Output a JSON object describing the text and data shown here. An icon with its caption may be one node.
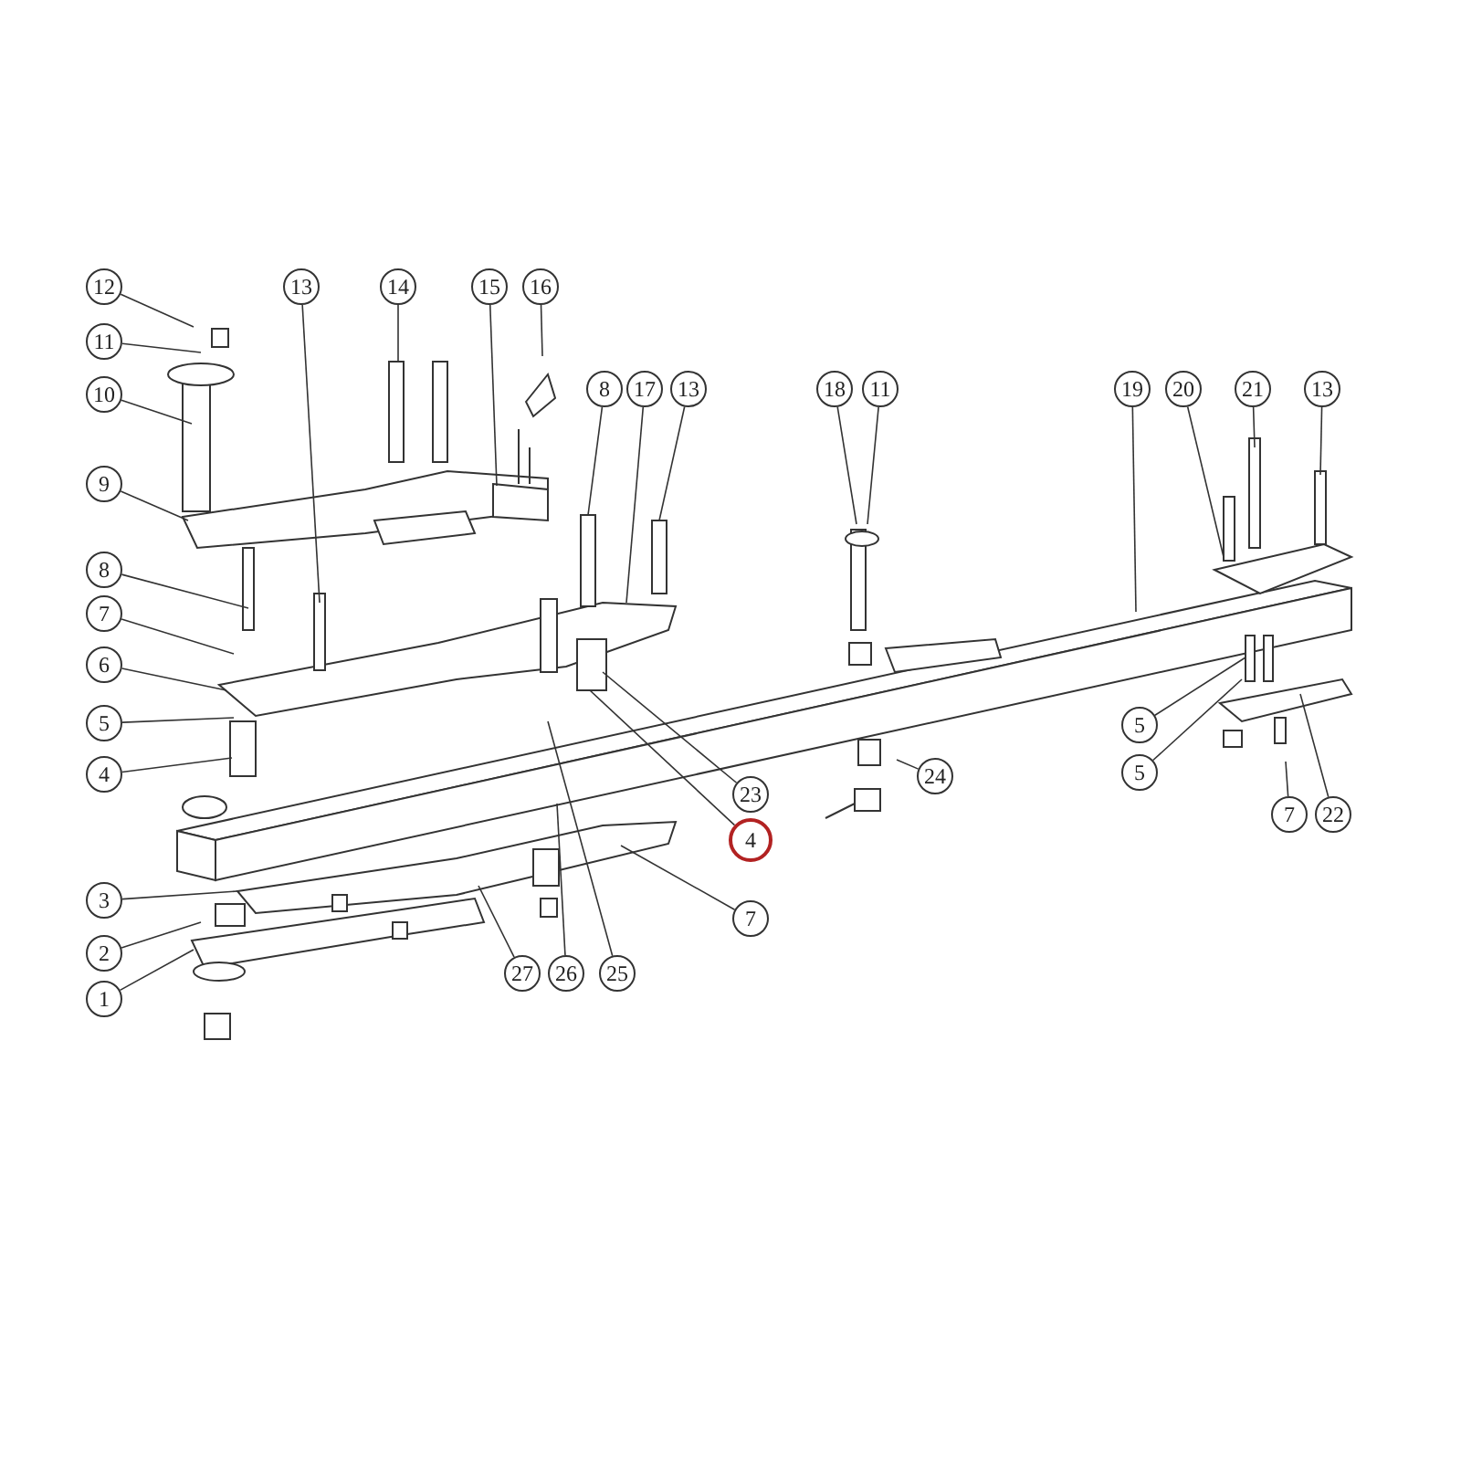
{
  "diagram": {
    "nodes": [
      {
        "text": [
          "12"
        ]
      },
      {
        "text": [
          "13"
        ]
      },
      {
        "text": [
          "14"
        ]
      },
      {
        "text": [
          "15"
        ]
      },
      {
        "text": [
          "16"
        ]
      },
      {
        "text": [
          "11"
        ]
      },
      {
        "text": [
          "8"
        ]
      },
      {
        "text": [
          "17"
        ]
      },
      {
        "text": [
          "13"
        ]
      },
      {
        "text": [
          "18"
        ]
      },
      {
        "text": [
          "11"
        ]
      },
      {
        "text": [
          "19"
        ]
      },
      {
        "text": [
          "20"
        ]
      },
      {
        "text": [
          "21"
        ]
      },
      {
        "text": [
          "13"
        ]
      },
      {
        "text": [
          "10"
        ]
      },
      {
        "text": [
          "9"
        ]
      },
      {
        "text": [
          "8"
        ]
      },
      {
        "text": [
          "7"
        ]
      },
      {
        "text": [
          "6"
        ]
      },
      {
        "text": [
          "5"
        ]
      },
      {
        "text": [
          "4"
        ]
      },
      {
        "text": [
          "5"
        ]
      },
      {
        "text": [
          "23"
        ]
      },
      {
        "text": [
          "24"
        ]
      },
      {
        "text": [
          "5"
        ]
      },
      {
        "text": [
          "7"
        ]
      },
      {
        "text": [
          "22"
        ]
      },
      {
        "text": [
          "4"
        ]
      },
      {
        "text": [
          "3"
        ]
      },
      {
        "text": [
          "7"
        ]
      },
      {
        "text": [
          "2"
        ]
      },
      {
        "text": [
          "27"
        ]
      },
      {
        "text": [
          "26"
        ]
      },
      {
        "text": [
          "25"
        ]
      },
      {
        "text": [
          "1"
        ]
      }
    ],
    "edges": [
      {
        "from": 0,
        "to": null,
        "arrow": "none"
      },
      {
        "from": 1,
        "to": null,
        "arrow": "none"
      },
      {
        "from": 2,
        "to": null,
        "arrow": "none"
      },
      {
        "from": 3,
        "to": null,
        "arrow": "none"
      },
      {
        "from": 4,
        "to": null,
        "arrow": "none"
      },
      {
        "from": 5,
        "to": null,
        "arrow": "none"
      },
      {
        "from": 6,
        "to": null,
        "arrow": "none"
      },
      {
        "from": 7,
        "to": null,
        "arrow": "none"
      },
      {
        "from": 8,
        "to": null,
        "arrow": "none"
      },
      {
        "from": 9,
        "to": null,
        "arrow": "none"
      },
      {
        "from": 10,
        "to": null,
        "arrow": "none"
      },
      {
        "from": 11,
        "to": null,
        "arrow": "none"
      },
      {
        "from": 12,
        "to": null,
        "arrow": "none"
      },
      {
        "from": 13,
        "to": null,
        "arrow": "none"
      },
      {
        "from": 14,
        "to": null,
        "arrow": "none"
      },
      {
        "from": 15,
        "to": null,
        "arrow": "none"
      },
      {
        "from": 16,
        "to": null,
        "arrow": "none"
      },
      {
        "from": 17,
        "to": null,
        "arrow": "none"
      },
      {
        "from": 18,
        "to": null,
        "arrow": "none"
      },
      {
        "from": 19,
        "to": null,
        "arrow": "none"
      },
      {
        "from": 20,
        "to": null,
        "arrow": "none"
      },
      {
        "from": 21,
        "to": null,
        "arrow": "none"
      },
      {
        "from": 22,
        "to": null,
        "arrow": "none"
      },
      {
        "from": 23,
        "to": null,
        "arrow": "none"
      },
      {
        "from": 24,
        "to": null,
        "arrow": "none"
      },
      {
        "from": 25,
        "to": null,
        "arrow": "none"
      },
      {
        "from": 26,
        "to": null,
        "arrow": "none"
      },
      {
        "from": 27,
        "to": null,
        "arrow": "none"
      },
      {
        "from": 28,
        "to": null,
        "arrow": "none"
      },
      {
        "from": 29,
        "to": null,
        "arrow": "none"
      },
      {
        "from": 30,
        "to": null,
        "arrow": "none"
      },
      {
        "from": 31,
        "to": null,
        "arrow": "none"
      },
      {
        "from": 32,
        "to": null,
        "arrow": "none"
      },
      {
        "from": 33,
        "to": null,
        "arrow": "none"
      },
      {
        "from": 34,
        "to": null,
        "arrow": "none"
      },
      {
        "from": 35,
        "to": null,
        "arrow": "none"
      }
    ]
  }
}
